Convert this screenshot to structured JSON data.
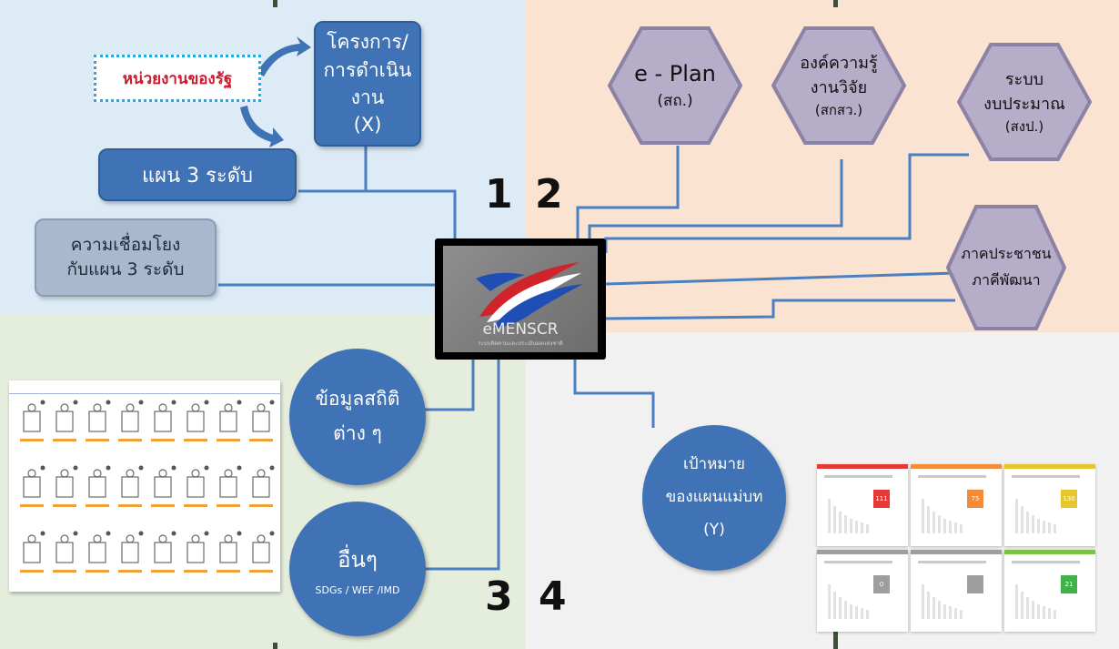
{
  "agency_label": "หน่วยงานของรัฐ",
  "project_box": {
    "line1": "โครงการ/",
    "line2": "การดำเนินงาน",
    "line3": "(X)"
  },
  "plan_box": "แผน 3 ระดับ",
  "link_box": {
    "line1": "ความเชื่อมโยง",
    "line2": "กับแผน 3 ระดับ"
  },
  "center_logo": {
    "brand": "eMENSCR",
    "subtitle": "ระบบติดตามและประเมินผลแห่งชาติ"
  },
  "quadrant_numbers": [
    "1",
    "2",
    "3",
    "4"
  ],
  "hexagons": [
    {
      "line1": "e - Plan",
      "line2": "(สถ.)"
    },
    {
      "line1": "องค์ความรู้",
      "line2": "งานวิจัย",
      "line3": "(สกสว.)"
    },
    {
      "line1": "ระบบ",
      "line2": "งบประมาณ",
      "line3": "(สงป.)"
    },
    {
      "line1": "ภาคประชาชน",
      "line2": "ภาคีพัฒนา"
    }
  ],
  "circles": {
    "stats": {
      "line1": "ข้อมูลสถิติ",
      "line2": "ต่าง ๆ"
    },
    "others": {
      "line1": "อื่นๆ",
      "line2": "SDGs / WEF /IMD"
    },
    "target": {
      "line1": "เป้าหมาย",
      "line2": "ของแผนแม่บท",
      "line3": "(Y)"
    }
  },
  "thumbnails": [
    {
      "accent": "#e53935",
      "badge": "111",
      "badge_color": "#e53935"
    },
    {
      "accent": "#f28c38",
      "badge": "75",
      "badge_color": "#f28c38"
    },
    {
      "accent": "#e5c72d",
      "badge": "130",
      "badge_color": "#e5c72d"
    },
    {
      "accent": "#9e9e9e",
      "badge": "0",
      "badge_color": "#9e9e9e"
    },
    {
      "accent": "#9e9e9e",
      "badge": "",
      "badge_color": "#9e9e9e"
    },
    {
      "accent": "#7cc243",
      "badge": "21",
      "badge_color": "#3fb24b"
    }
  ],
  "colors": {
    "box_blue": "#3f73b6",
    "hex_purple": "#b6adc9",
    "wire": "#4a7fc1"
  }
}
